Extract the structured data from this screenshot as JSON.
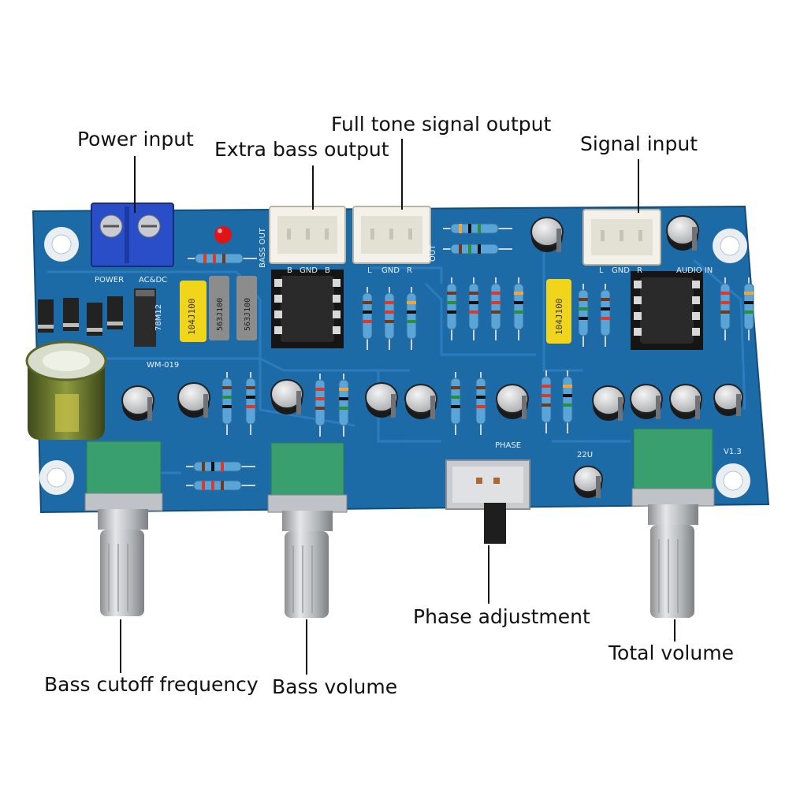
{
  "callouts": {
    "power_input": "Power input",
    "extra_bass_output": "Extra bass output",
    "full_tone_signal_output": "Full tone signal output",
    "signal_input": "Signal input",
    "phase_adjustment": "Phase adjustment",
    "total_volume": "Total volume",
    "bass_cutoff_frequency": "Bass cutoff frequency",
    "bass_volume": "Bass volume"
  },
  "board": {
    "model": "WM-019",
    "version": "V1.3",
    "power": "POWER",
    "acdc": "AC&DC",
    "regulator": "78M12",
    "phase": "PHASE",
    "cap_22u": "22U",
    "bass_out": "BASS OUT",
    "out": "OUT",
    "audio_in": "AUDIO IN",
    "pins_bass": [
      "B",
      "GND",
      "B"
    ],
    "pins_out": [
      "L",
      "GND",
      "R"
    ],
    "pins_in": [
      "L",
      "GND",
      "R"
    ],
    "film_caps": [
      "104J100",
      "563J100",
      "563J100",
      "104J100"
    ]
  },
  "colors": {
    "pcb": "#1c6aa6",
    "trace": "#2d7fc0",
    "connector": "#f3f1ea",
    "pot": "#3a9f6f",
    "film_cap": "#f1d51a",
    "terminal": "#2a4ec7",
    "led": "#e01414"
  }
}
